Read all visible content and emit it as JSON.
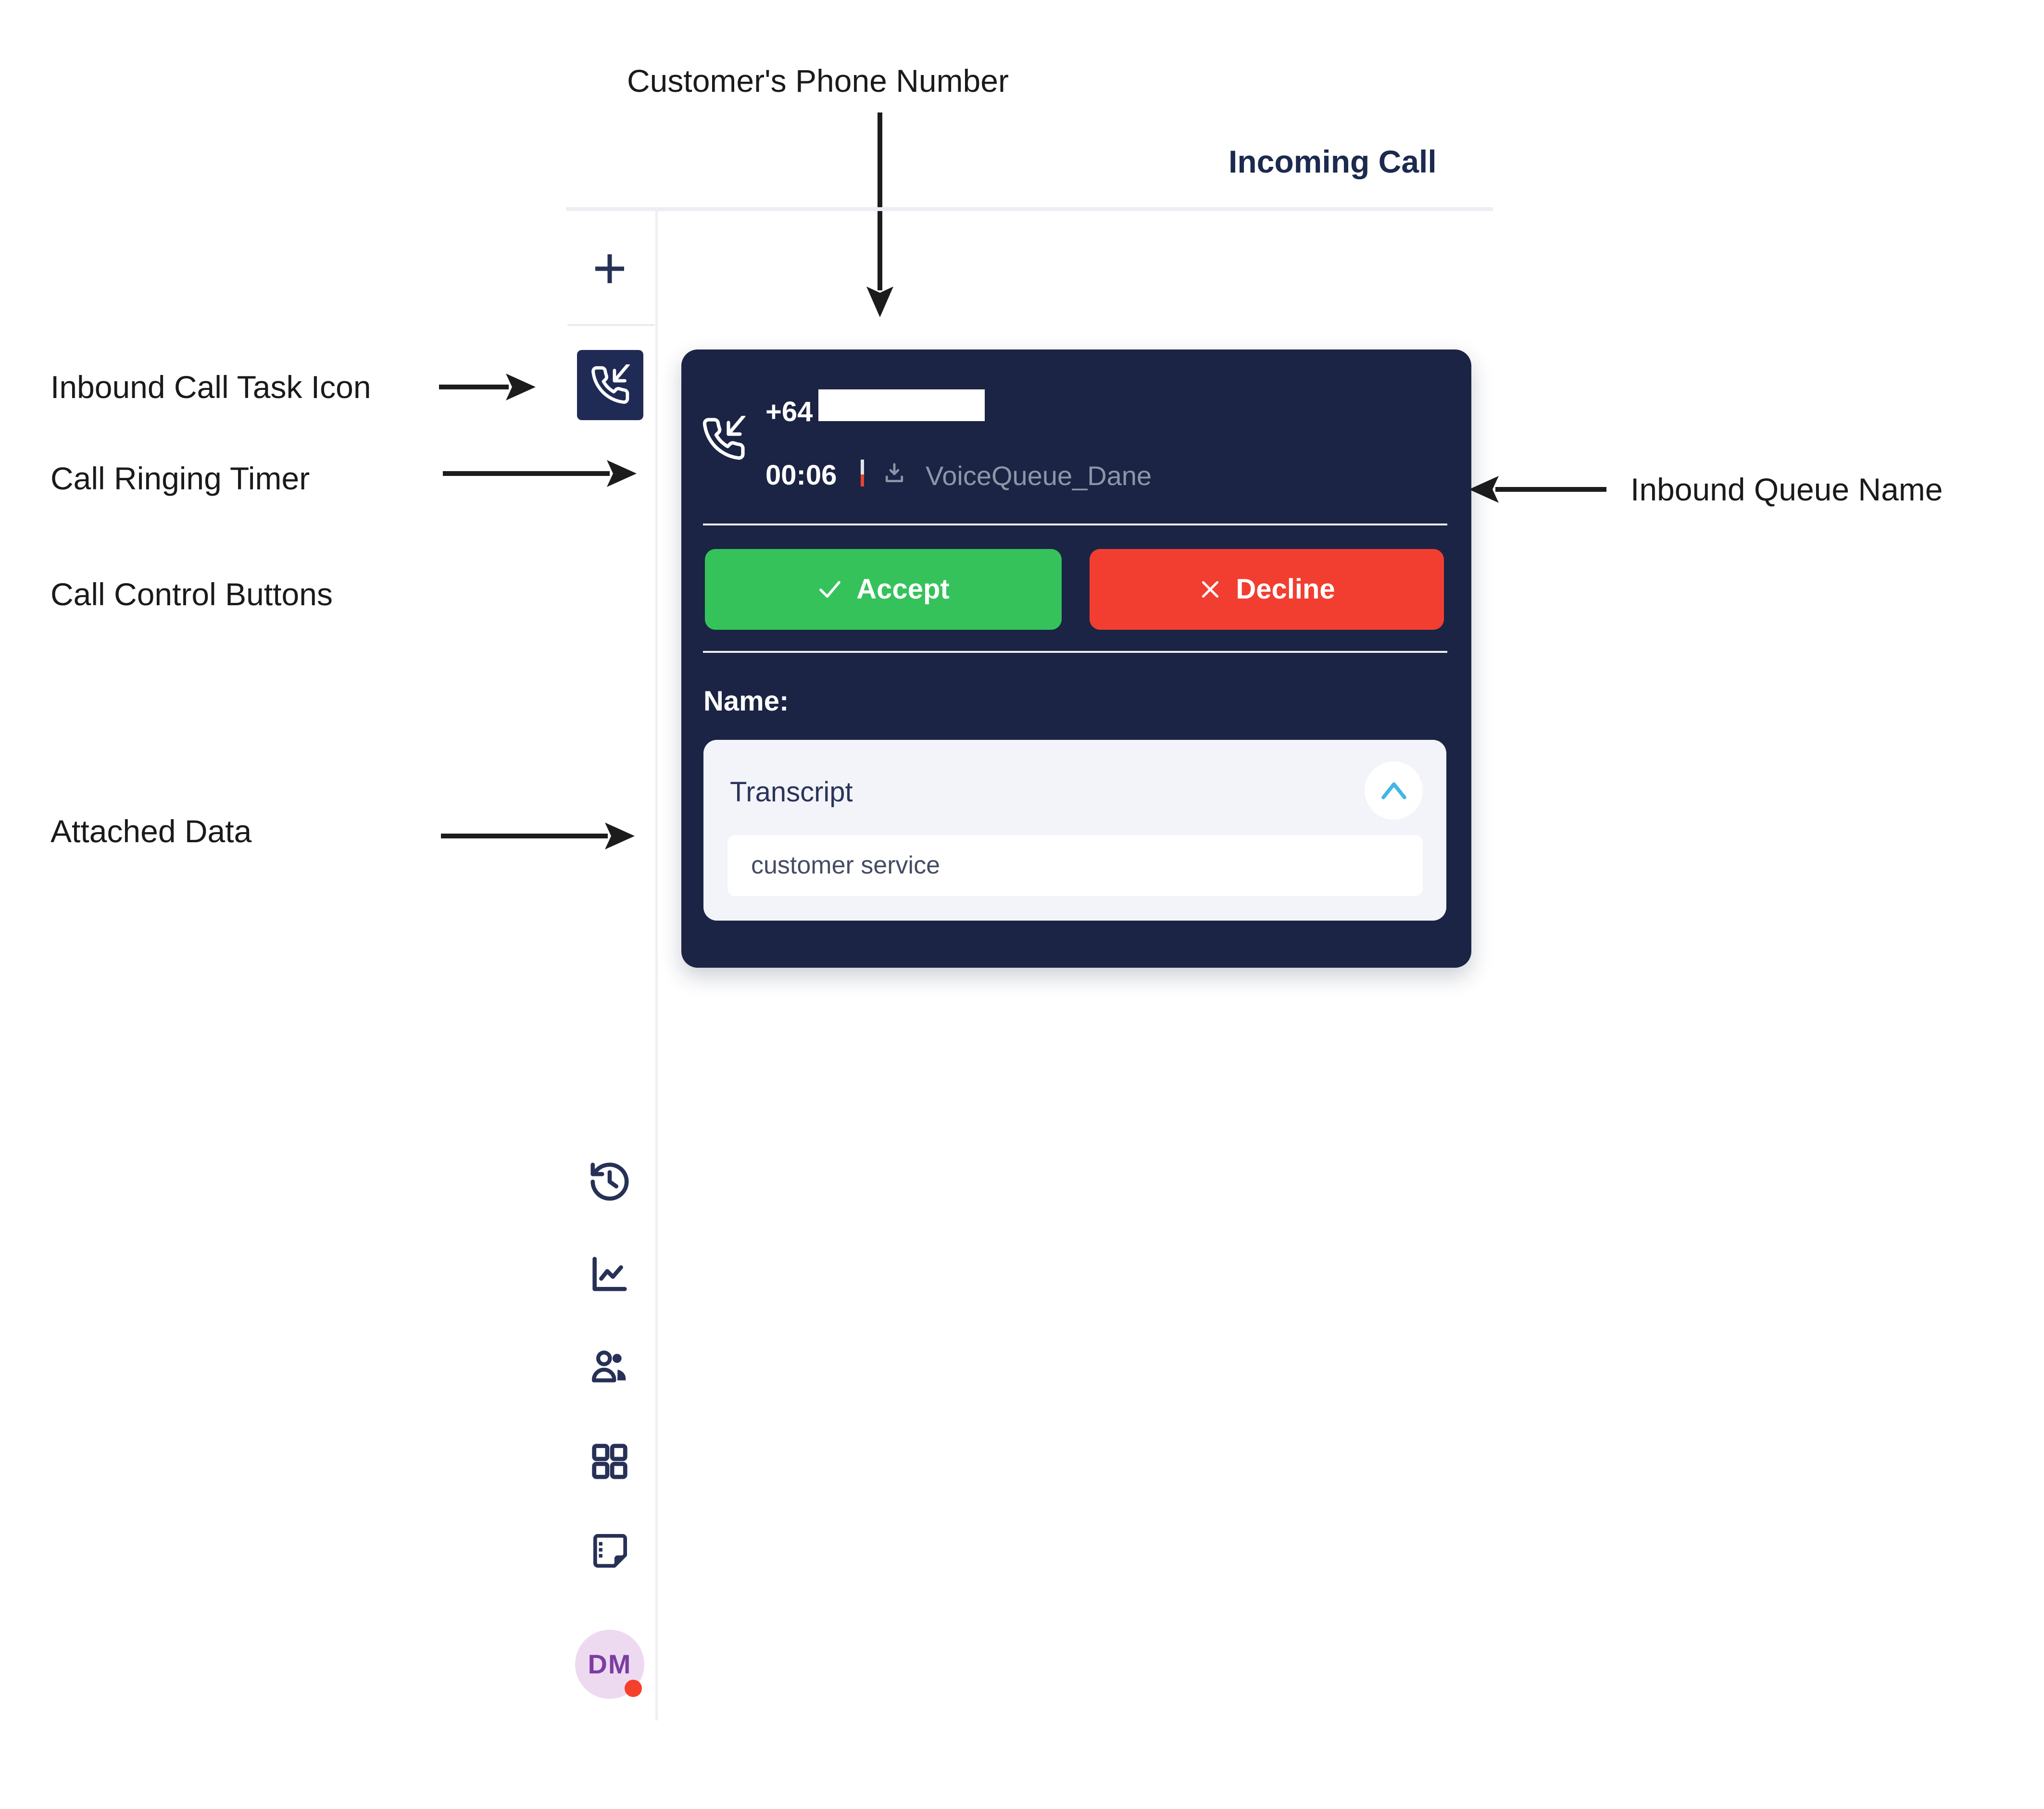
{
  "header": {
    "title": "Incoming Call"
  },
  "annotations": {
    "customer_phone": "Customer's Phone Number",
    "inbound_task_icon": "Inbound Call Task Icon",
    "ringing_timer": "Call Ringing Timer",
    "control_buttons": "Call Control Buttons",
    "attached_data": "Attached Data",
    "queue_name": "Inbound Queue Name"
  },
  "sidebar": {
    "avatar_initials": "DM",
    "icons": [
      "plus-icon",
      "incoming-call-icon",
      "history-icon",
      "chart-icon",
      "agents-icon",
      "grid-icon",
      "notes-icon"
    ]
  },
  "call_card": {
    "phone_country_code": "+64",
    "phone_rest_redacted": true,
    "ring_timer": "00:06",
    "timer_separator": "|",
    "queue_name": "VoiceQueue_Dane",
    "accept_label": "Accept",
    "decline_label": "Decline",
    "name_label": "Name:",
    "transcript_title": "Transcript",
    "transcript_value": "customer service"
  },
  "colors": {
    "card_navy": "#1b2444",
    "sidebar_task_navy": "#1f2b55",
    "icon_navy": "#273157",
    "accept_green": "#35c25b",
    "decline_red": "#f23e31",
    "chevron_cyan": "#41b7e5",
    "muted_gray": "#8d96a8",
    "panel_gray": "#f2f4f9",
    "avatar_pink": "#eedaf0",
    "avatar_text_purple": "#7b3da3",
    "status_dot_red": "#f5402c",
    "header_navy": "#1b2a4e"
  }
}
